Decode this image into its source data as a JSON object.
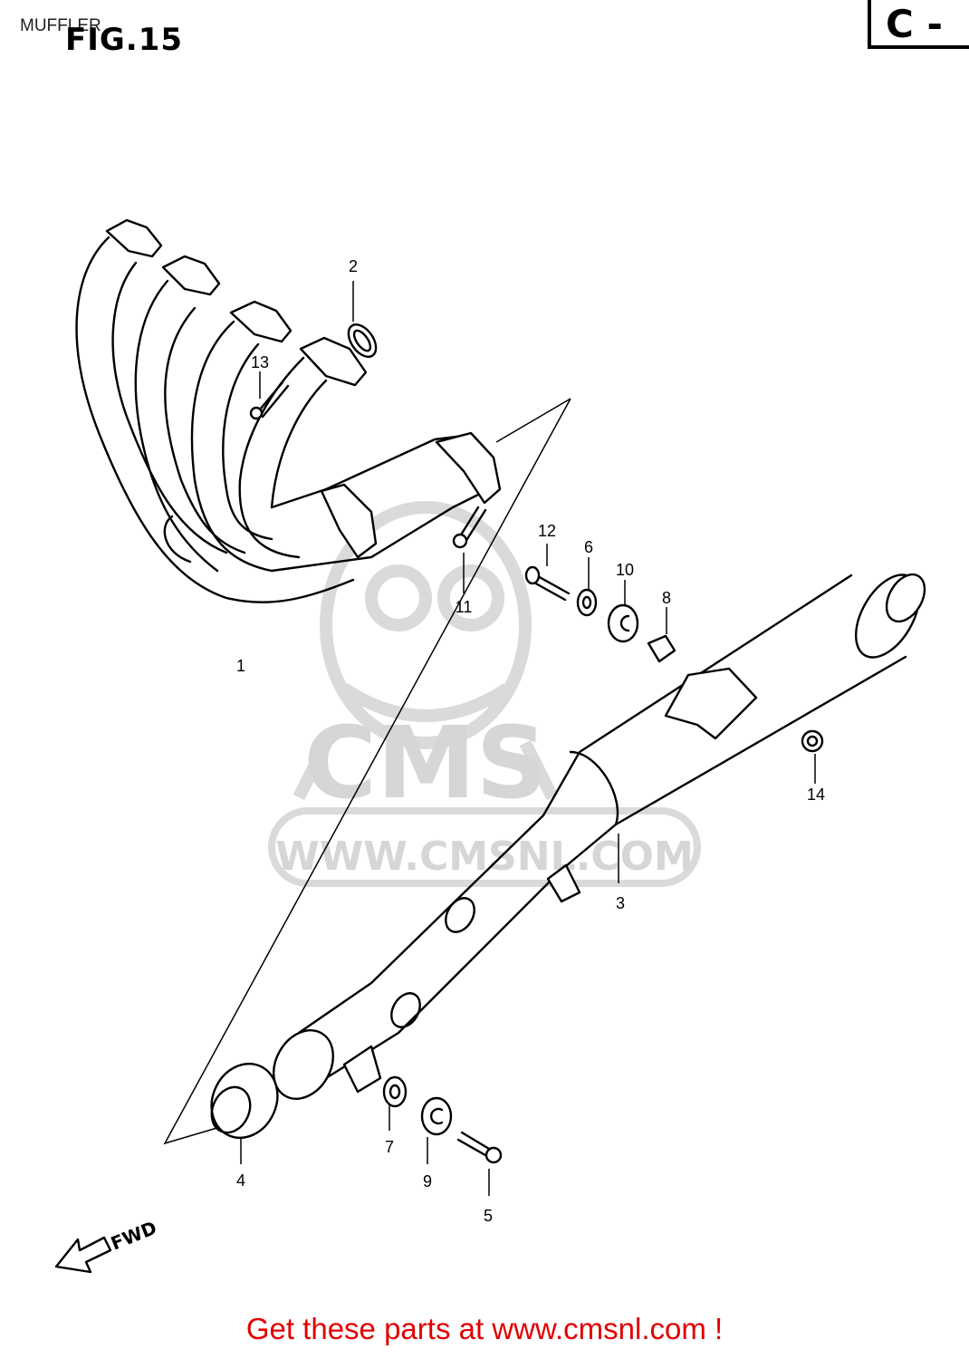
{
  "header": {
    "title": "MUFFLER",
    "figure": "FIG.15",
    "section_ref": "C -"
  },
  "watermark": {
    "brand": "CMS",
    "url": "WWW.CMSNL.COM"
  },
  "callouts": [
    "1",
    "2",
    "3",
    "4",
    "5",
    "6",
    "7",
    "8",
    "9",
    "10",
    "11",
    "12",
    "13",
    "14"
  ],
  "direction_label": "FWD",
  "footer": {
    "text": "Get these parts at www.cmsnl.com !"
  },
  "colors": {
    "footer": "#e00000",
    "watermark": "#d6d6d6",
    "line": "#000000"
  }
}
